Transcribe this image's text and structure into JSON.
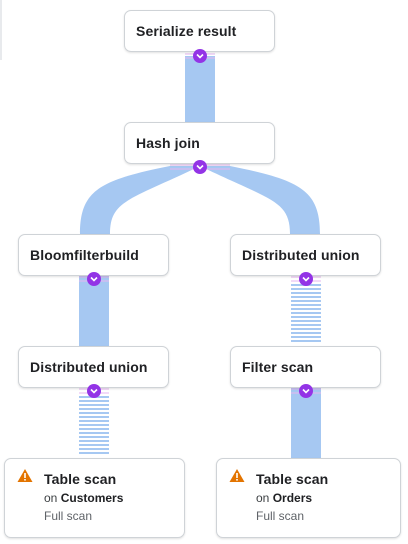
{
  "nodes": {
    "serialize_result": {
      "label": "Serialize result"
    },
    "hash_join": {
      "label": "Hash join"
    },
    "bloomfilterbuild": {
      "label": "Bloomfilterbuild"
    },
    "distributed_union_right": {
      "label": "Distributed union"
    },
    "distributed_union_left": {
      "label": "Distributed union"
    },
    "filter_scan": {
      "label": "Filter scan"
    },
    "table_scan_customers": {
      "label": "Table scan",
      "on_prefix": "on",
      "table": "Customers",
      "scan_type": "Full scan"
    },
    "table_scan_orders": {
      "label": "Table scan",
      "on_prefix": "on",
      "table": "Orders",
      "scan_type": "Full scan"
    }
  },
  "icons": {
    "warning": "warning-triangle-icon",
    "expand": "chevron-down-icon"
  },
  "colors": {
    "edge_fill": "#a6c8f2",
    "chevron": "#9334e6",
    "warning": "#e37400",
    "node_border": "#cfd3d7"
  }
}
